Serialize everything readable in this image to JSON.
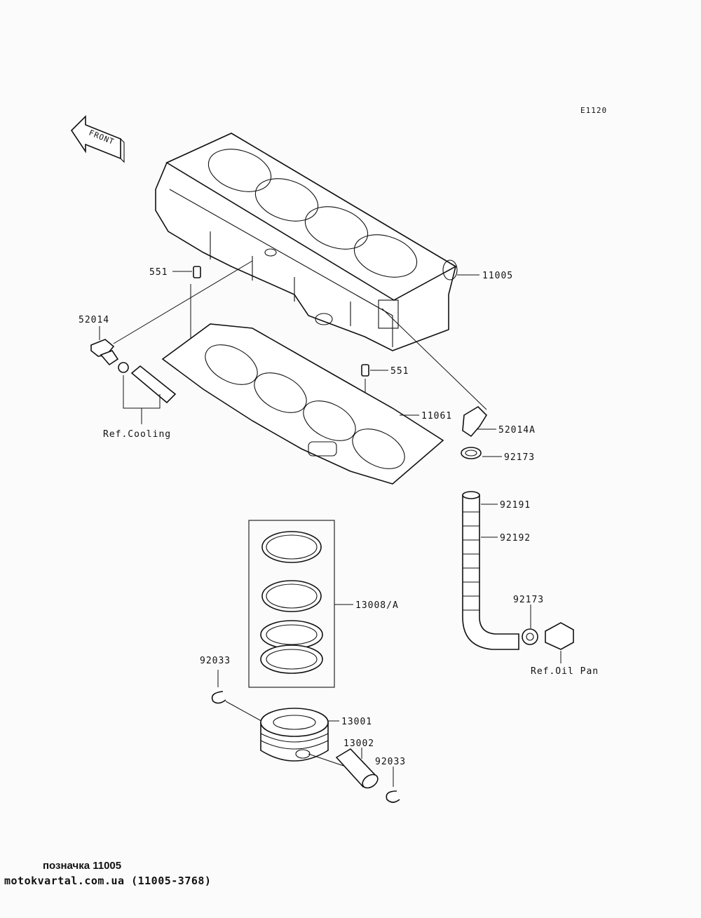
{
  "diagram": {
    "code": "E1120",
    "front_label": "FRONT",
    "labels": {
      "p11005": "11005",
      "p551_top": "551",
      "p52014": "52014",
      "p551_mid": "551",
      "p11061": "11061",
      "ref_cooling": "Ref.Cooling",
      "p52014a": "52014A",
      "p92173_top": "92173",
      "p92191": "92191",
      "p92192": "92192",
      "p13008a": "13008/A",
      "p92173_bot": "92173",
      "ref_oil_pan": "Ref.Oil Pan",
      "p92033_left": "92033",
      "p13001": "13001",
      "p13002": "13002",
      "p92033_right": "92033"
    }
  },
  "footer": {
    "caption": "позначка 11005",
    "source": "motokvartal.com.ua (11005-3768)"
  }
}
